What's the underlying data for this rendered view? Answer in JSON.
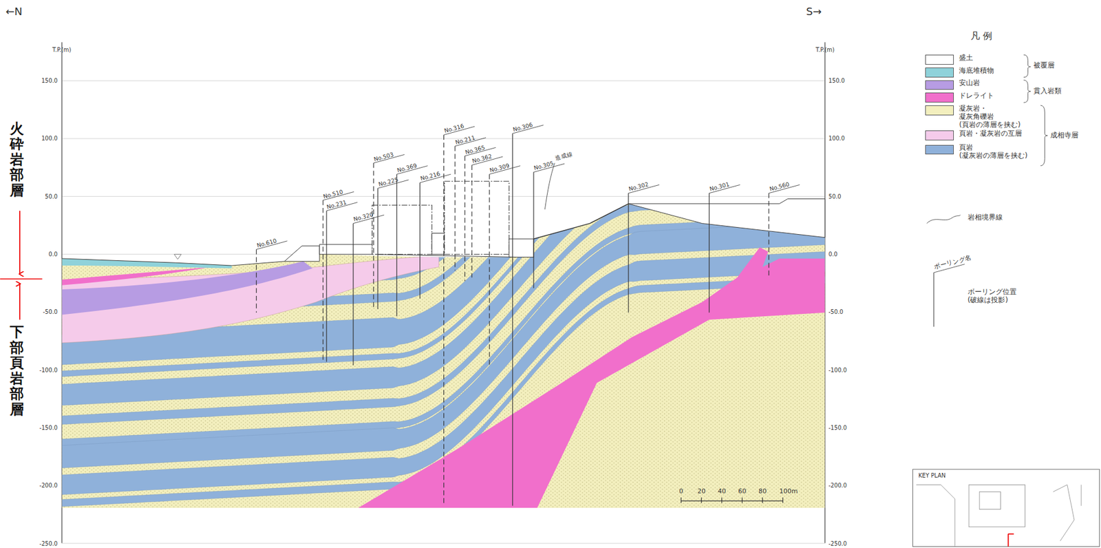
{
  "diagram": {
    "labels": [
      "←N",
      "S→",
      "T.P.(m)",
      "T.P.(m)",
      "150.0",
      "100.0",
      "50.0",
      "0.0",
      "-50.0",
      "-100.0",
      "-150.0",
      "-200.0",
      "-250.0",
      "150.0",
      "100.0",
      "50.0",
      "0.0",
      "-50.0",
      "-100.0",
      "-150.0",
      "-200.0",
      "-250.0",
      "火砕岩部層",
      "下部頁岩部層",
      "No.610",
      "No.510",
      "No.231",
      "No.320",
      "No.503",
      "No.225",
      "No.369",
      "No.216",
      "No.316",
      "No.211",
      "No.365",
      "No.362",
      "No.309",
      "No.306",
      "No.305",
      "No.302",
      "No.301",
      "No.560",
      "造成線",
      "0",
      "20",
      "40",
      "60",
      "80",
      "100m",
      "凡 例",
      "被覆層",
      "貫入岩類",
      "成相寺層",
      "ボーリング位置 (破線は投影)",
      "KEY PLAN"
    ],
    "legend": [
      {
        "text": "盛土",
        "color": "#ffffff"
      },
      {
        "text": "海底堆積物",
        "color": "#8fd2da"
      },
      {
        "text": "安山岩",
        "color": "#b79ce3"
      },
      {
        "text": "ドレライト",
        "color": "#f16fcb"
      },
      {
        "text": "凝灰岩・凝灰角礫岩 (頁岩の薄層を挟む)",
        "color": "#f3efbe"
      },
      {
        "text": "頁岩・凝灰岩の互層",
        "color": "#f5cbea"
      },
      {
        "text": "頁岩 (凝灰岩の薄層を挟む)",
        "color": "#8fb1da"
      },
      {
        "text": "岩相境界線"
      },
      {
        "text": "ボーリング名"
      }
    ]
  }
}
